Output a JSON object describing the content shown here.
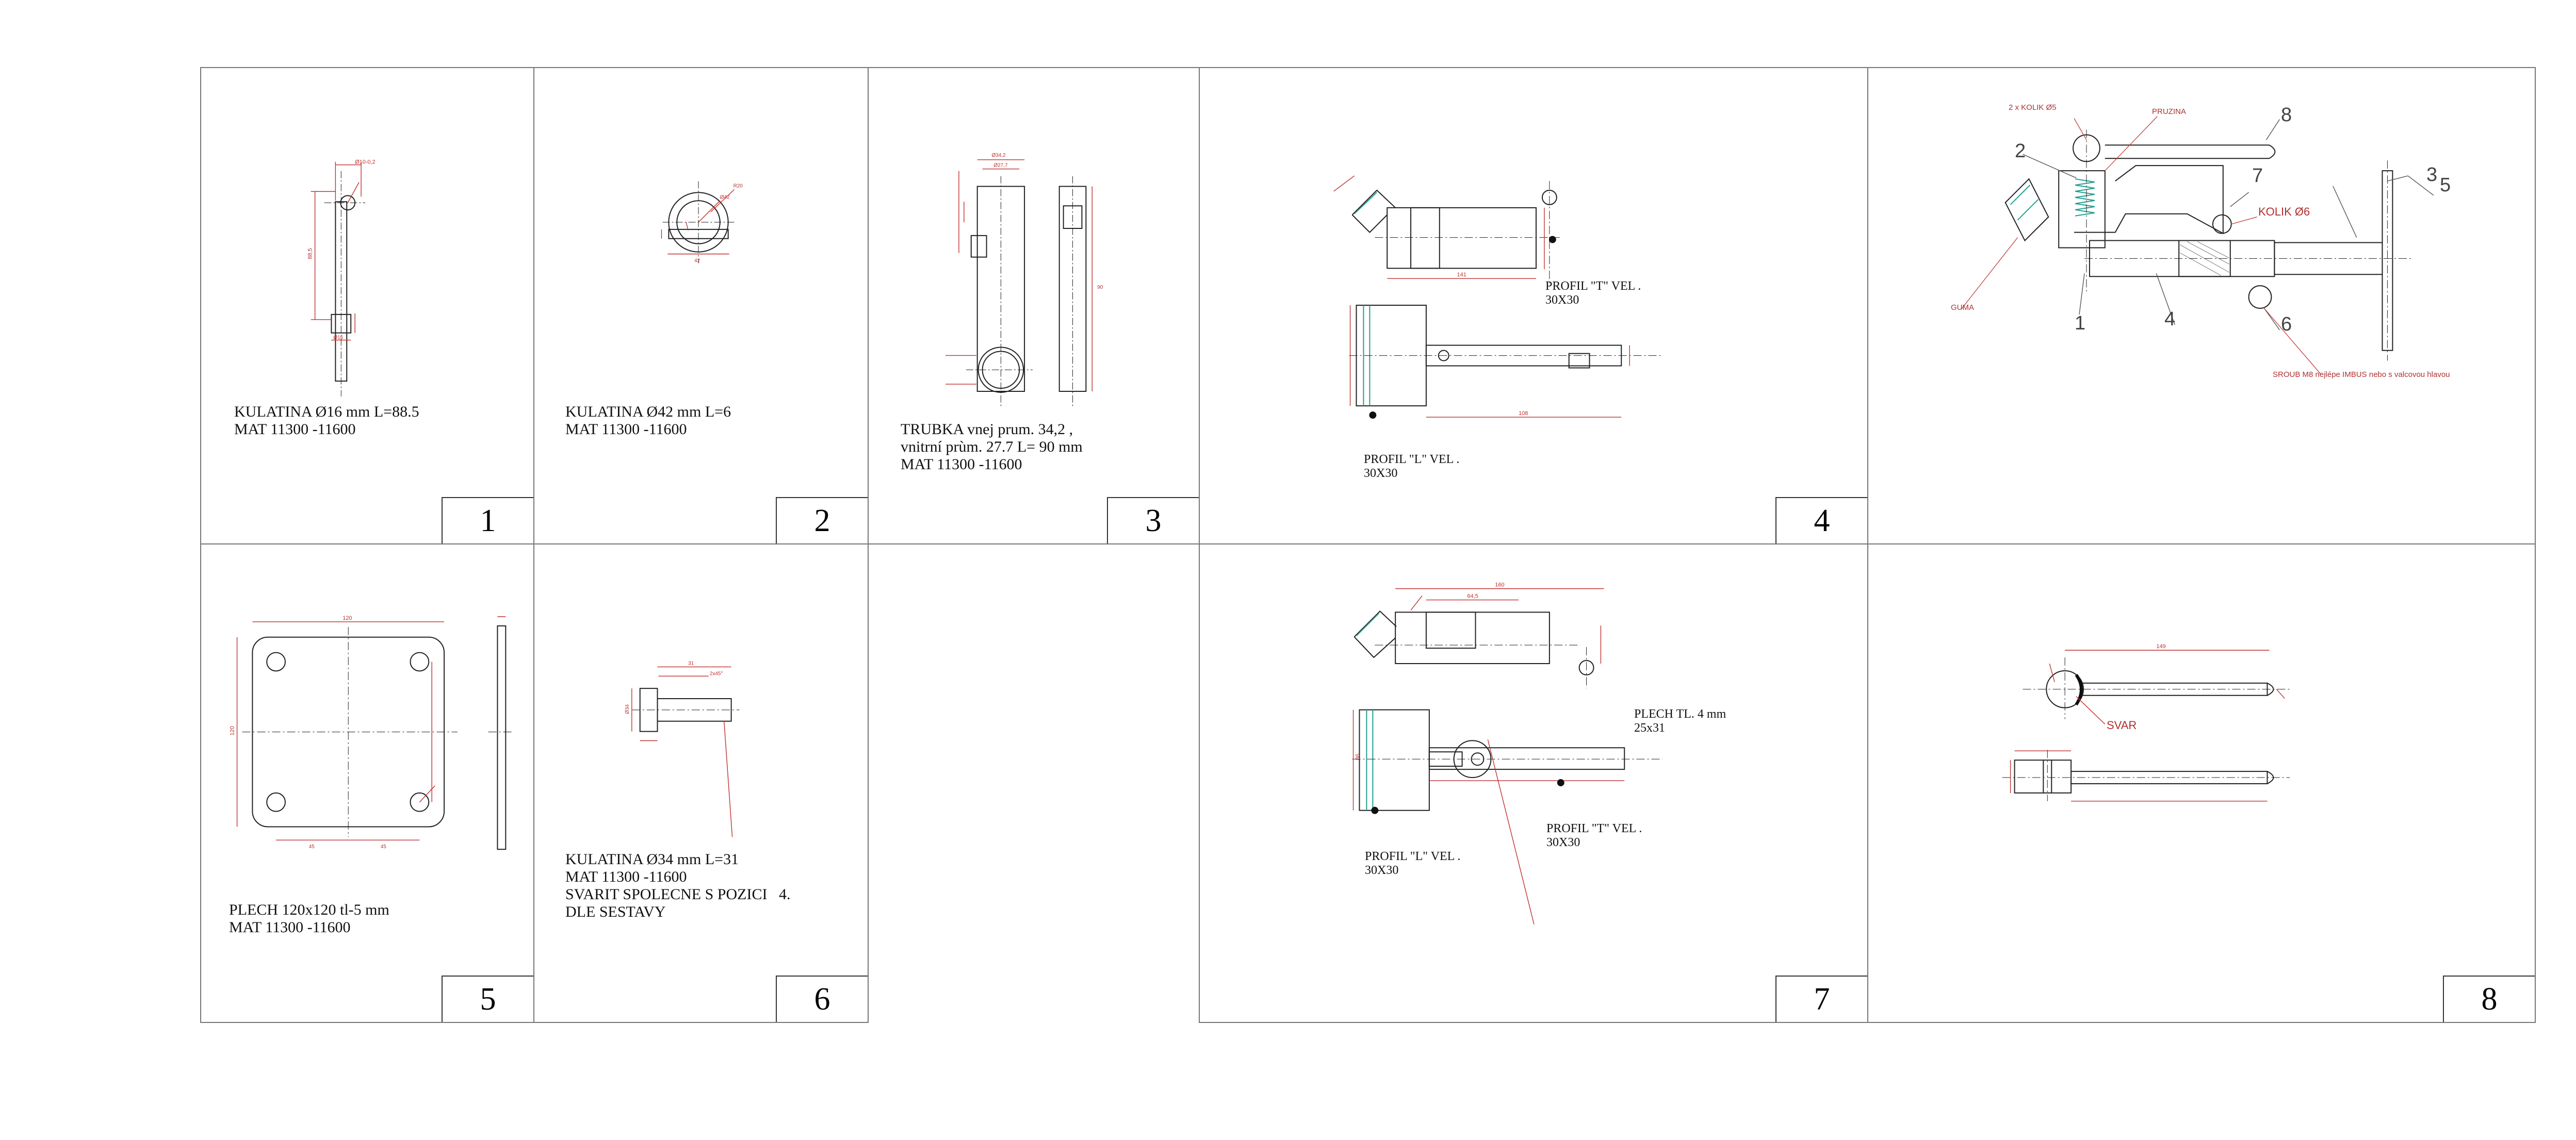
{
  "sheets": [
    {
      "number": "1",
      "caption": "KULATINA Ø16 mm L=88.5\nMAT 11300 -11600"
    },
    {
      "number": "2",
      "caption": "KULATINA Ø42 mm L=6\nMAT 11300 -11600"
    },
    {
      "number": "3",
      "caption": "TRUBKA vnej prum. 34,2 ,\nvnitrní prùm. 27.7 L= 90 mm\nMAT 11300 -11600"
    },
    {
      "number": "4",
      "note_t": "PROFIL \"T\" VEL .\n30X30",
      "note_l": "PROFIL \"L\" VEL .\n30X30"
    },
    {
      "number": "5",
      "caption": "PLECH 120x120 tl-5 mm\nMAT 11300 -11600"
    },
    {
      "number": "6",
      "caption": "KULATINA Ø34 mm L=31\nMAT 11300 -11600\nSVARIT SPOLECNE S POZICI   4.\nDLE SESTAVY"
    },
    {
      "number": "7",
      "note_plech": "PLECH TL. 4 mm\n25x31",
      "note_t": "PROFIL \"T\" VEL .\n30X30",
      "note_l": "PROFIL \"L\" VEL .\n30X30"
    },
    {
      "number": "8",
      "label_svar": "SVAR"
    }
  ],
  "assembly": {
    "label_kolik5": "2 x KOLIK Ø5",
    "label_pruzina": "PRUZINA",
    "label_kolik6": "KOLIK Ø6",
    "label_guma": "GUMA",
    "label_sroub": "SROUB M8 nejlépe IMBUS nebo s valcovou hlavou",
    "callouts": [
      "1",
      "2",
      "3",
      "4",
      "5",
      "6",
      "7",
      "8"
    ]
  },
  "colors": {
    "dimension": "#c03030",
    "line": "#222222",
    "hatch": "#20a090",
    "frame": "#777777"
  }
}
